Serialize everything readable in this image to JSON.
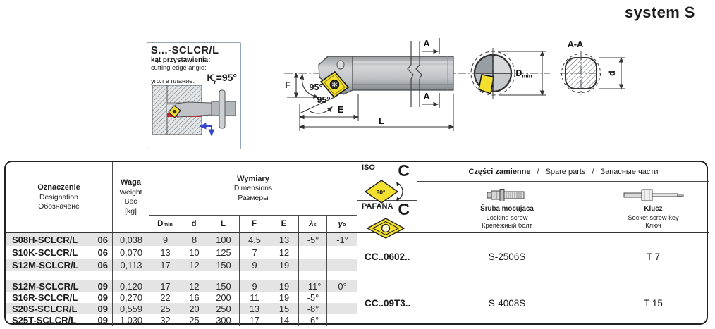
{
  "page": {
    "title": "system S"
  },
  "info_box": {
    "title": "S...-SCLCR/L",
    "angle_label_pl": "kąt przystawienia:",
    "angle_label_en": "cutting edge angle:",
    "angle_label_ru": "угол в плание:",
    "angle_symbol_base": "K",
    "angle_symbol_sub": "r",
    "angle_value": "=95°"
  },
  "drawing": {
    "section_mark": "A",
    "section_label": "A-A",
    "dim_f": "F",
    "dim_e": "E",
    "dim_l": "L",
    "dim_d": "d",
    "dmin_base": "D",
    "dmin_sub": "min",
    "angle_top": "95°",
    "angle_bottom": "95°"
  },
  "table": {
    "header": {
      "designation": {
        "pl": "Oznaczenie",
        "en": "Designation",
        "ru": "Обозначене"
      },
      "weight": {
        "pl": "Waga",
        "en": "Weight",
        "ru": "Вес",
        "unit": "[kg]"
      },
      "dimensions": {
        "pl": "Wymiary",
        "en": "Dimensions",
        "ru": "Размеры"
      },
      "col_dmin_base": "D",
      "col_dmin_sub": "min",
      "col_d": "d",
      "col_l": "L",
      "col_f": "F",
      "col_e": "E",
      "col_lambda_base": "λ",
      "col_lambda_sub": "s",
      "col_gamma_base": "γ",
      "col_gamma_sub": "o",
      "iso_label": "ISO",
      "iso_grade": "C",
      "iso_insert_angle": "80°",
      "pafana_label": "PAFANA",
      "pafana_grade": "C",
      "spare_pl": "Części zamienne",
      "spare_sep": "/",
      "spare_en": "Spare parts",
      "spare_ru": "Запасные части",
      "screw": {
        "pl": "Śruba mocujaca",
        "en": "Locking screw",
        "ru": "Крепёжный болт"
      },
      "key": {
        "pl": "Klucz",
        "en": "Socket screw key",
        "ru": "Ключ"
      }
    },
    "groups": [
      {
        "insert": "CC..0602..",
        "screw": "S-2506S",
        "key": "T 7",
        "rows": [
          {
            "name": "S08H-SCLCR/L",
            "size": "06",
            "weight": "0,038",
            "dmin": "9",
            "d": "8",
            "l": "100",
            "f": "4,5",
            "e": "13",
            "lambda": "-5°",
            "gamma": "-1°"
          },
          {
            "name": "S10K-SCLCR/L",
            "size": "06",
            "weight": "0,070",
            "dmin": "13",
            "d": "10",
            "l": "125",
            "f": "7",
            "e": "12",
            "lambda": "",
            "gamma": ""
          },
          {
            "name": "S12M-SCLCR/L",
            "size": "06",
            "weight": "0,113",
            "dmin": "17",
            "d": "12",
            "l": "150",
            "f": "9",
            "e": "19",
            "lambda": "",
            "gamma": ""
          }
        ]
      },
      {
        "insert": "CC..09T3..",
        "screw": "S-4008S",
        "key": "T 15",
        "rows": [
          {
            "name": "S12M-SCLCR/L",
            "size": "09",
            "weight": "0,120",
            "dmin": "17",
            "d": "12",
            "l": "150",
            "f": "9",
            "e": "19",
            "lambda": "-11°",
            "gamma": "0°"
          },
          {
            "name": "S16R-SCLCR/L",
            "size": "09",
            "weight": "0,270",
            "dmin": "22",
            "d": "16",
            "l": "200",
            "f": "11",
            "e": "19",
            "lambda": "-5°",
            "gamma": ""
          },
          {
            "name": "S20S-SCLCR/L",
            "size": "09",
            "weight": "0,559",
            "dmin": "25",
            "d": "20",
            "l": "250",
            "f": "13",
            "e": "15",
            "lambda": "-8°",
            "gamma": ""
          },
          {
            "name": "S25T-SCLCR/L",
            "size": "09",
            "weight": "1,030",
            "dmin": "32",
            "d": "25",
            "l": "300",
            "f": "17",
            "e": "14",
            "lambda": "-6°",
            "gamma": ""
          }
        ]
      }
    ]
  },
  "colors": {
    "yellow": "#f2df2e",
    "red": "#c0272d",
    "blue": "#3646c8",
    "stripe": "#e4e4e4",
    "line": "#4a4a4a",
    "metal": "#c2c6ca"
  }
}
